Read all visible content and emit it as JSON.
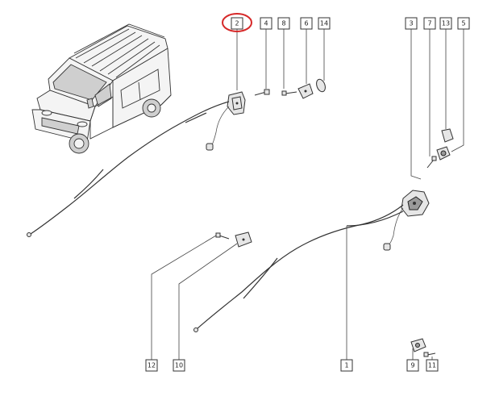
{
  "callouts": [
    {
      "label": "2",
      "highlight": true
    },
    {
      "label": "4"
    },
    {
      "label": "8"
    },
    {
      "label": "6"
    },
    {
      "label": "14"
    },
    {
      "label": "3"
    },
    {
      "label": "7"
    },
    {
      "label": "13"
    },
    {
      "label": "5"
    },
    {
      "label": "12"
    },
    {
      "label": "10"
    },
    {
      "label": "1"
    },
    {
      "label": "9"
    },
    {
      "label": "11"
    }
  ],
  "colors": {
    "highlight": "#d62828",
    "line": "#333333"
  }
}
